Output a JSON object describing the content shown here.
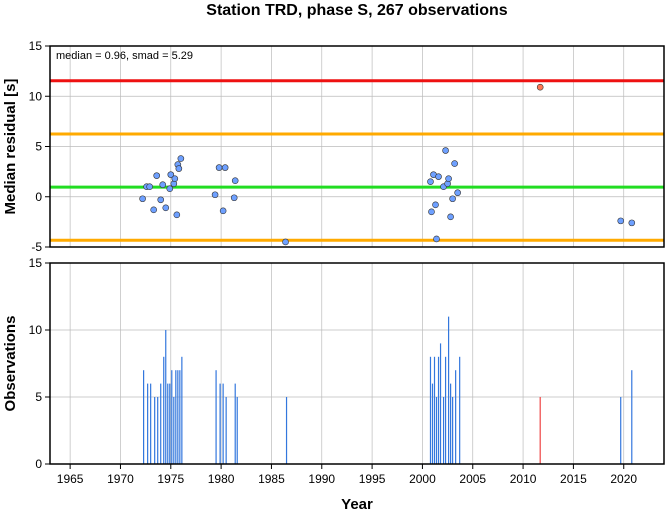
{
  "chart_data": [
    {
      "type": "scatter",
      "title": "Station TRD, phase S, 267 observations",
      "annotation": "median = 0.96, smad = 5.29",
      "xlabel": "",
      "ylabel": "Median residual [s]",
      "xlim": [
        1963,
        2024
      ],
      "ylim": [
        -5,
        15
      ],
      "yticks": [
        -5,
        0,
        5,
        10,
        15
      ],
      "grid": true,
      "reference_lines": [
        {
          "y": 0.96,
          "color": "#22dd22"
        },
        {
          "y": 6.25,
          "color": "#ffaa00"
        },
        {
          "y": -4.33,
          "color": "#ffaa00"
        },
        {
          "y": 11.54,
          "color": "#ee1111"
        }
      ],
      "series": [
        {
          "color": "#6ea0ff",
          "x": [
            1972.2,
            1972.6,
            1972.9,
            1973.3,
            1973.6,
            1974.0,
            1974.2,
            1974.5,
            1974.9,
            1975.0,
            1975.3,
            1975.4,
            1975.6,
            1975.7,
            1975.8,
            1976.0,
            1979.4,
            1979.8,
            1980.2,
            1980.4,
            1981.3,
            1981.4,
            1986.4,
            2000.8,
            2000.9,
            2001.1,
            2001.3,
            2001.4,
            2001.6,
            2002.1,
            2002.3,
            2002.5,
            2002.6,
            2002.8,
            2003.0,
            2003.2,
            2003.5,
            2019.7,
            2020.8
          ],
          "y": [
            -0.2,
            1.0,
            1.0,
            -1.3,
            2.1,
            -0.3,
            1.2,
            -1.1,
            0.8,
            2.2,
            1.3,
            1.8,
            -1.8,
            3.2,
            2.8,
            3.8,
            0.2,
            2.9,
            -1.4,
            2.9,
            -0.1,
            1.6,
            -4.5,
            1.5,
            -1.5,
            2.2,
            -0.8,
            -4.2,
            2.0,
            1.0,
            4.6,
            1.3,
            1.8,
            -2.0,
            -0.2,
            3.3,
            0.4,
            -2.4,
            -2.6
          ]
        },
        {
          "color": "#ff7755",
          "x": [
            2011.7
          ],
          "y": [
            10.9
          ]
        }
      ]
    },
    {
      "type": "bar",
      "title": "",
      "xlabel": "Year",
      "ylabel": "Observations",
      "xlim": [
        1963,
        2024
      ],
      "ylim": [
        0,
        15
      ],
      "xticks": [
        1965,
        1970,
        1975,
        1980,
        1985,
        1990,
        1995,
        2000,
        2005,
        2010,
        2015,
        2020
      ],
      "yticks": [
        0,
        5,
        10,
        15
      ],
      "grid": true,
      "series": [
        {
          "color": "#3377dd",
          "x": [
            1972.3,
            1972.7,
            1973.0,
            1973.4,
            1973.7,
            1974.0,
            1974.3,
            1974.5,
            1974.7,
            1974.9,
            1975.1,
            1975.3,
            1975.5,
            1975.7,
            1975.9,
            1976.1,
            1979.5,
            1979.9,
            1980.2,
            1980.5,
            1981.4,
            1981.6,
            1986.5,
            2000.8,
            2001.0,
            2001.2,
            2001.4,
            2001.6,
            2001.8,
            2002.1,
            2002.3,
            2002.6,
            2002.8,
            2003.0,
            2003.3,
            2003.7,
            2019.7,
            2020.8
          ],
          "values": [
            7,
            6,
            6,
            5,
            5,
            6,
            8,
            10,
            6,
            6,
            7,
            5,
            7,
            7,
            7,
            8,
            7,
            6,
            6,
            5,
            6,
            5,
            5,
            8,
            6,
            8,
            5,
            8,
            9,
            5,
            8,
            11,
            6,
            5,
            7,
            8,
            5,
            7
          ]
        },
        {
          "color": "#ee4444",
          "x": [
            2011.7
          ],
          "values": [
            5
          ]
        }
      ]
    }
  ]
}
